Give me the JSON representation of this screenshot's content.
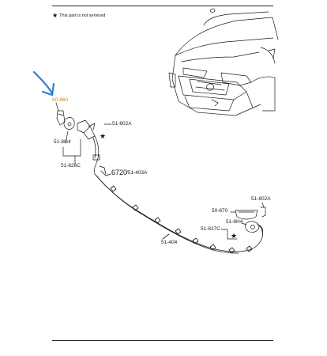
{
  "note": {
    "star": "★",
    "text": "This part is not serviced"
  },
  "labels": {
    "highlighted_part": "50-860",
    "bracket_top_left": "51-802A",
    "clip_left": "51-8G4",
    "hose_left": "51-826C",
    "tube_code": "6720",
    "tube_suffix": "/51-403A",
    "bracket_right": "51-802A",
    "bezel_right": "50-870",
    "clip_right": "51-8H4",
    "hose_right": "51-827C",
    "main_harness": "51-404"
  },
  "stars": {
    "left": "★",
    "right": "★"
  },
  "colors": {
    "highlight_arrow": "#2a7fd4",
    "highlight_label": "#e07a1f",
    "line_art": "#1a1a1a"
  },
  "icons": [
    "arrow-icon",
    "star-icon"
  ]
}
